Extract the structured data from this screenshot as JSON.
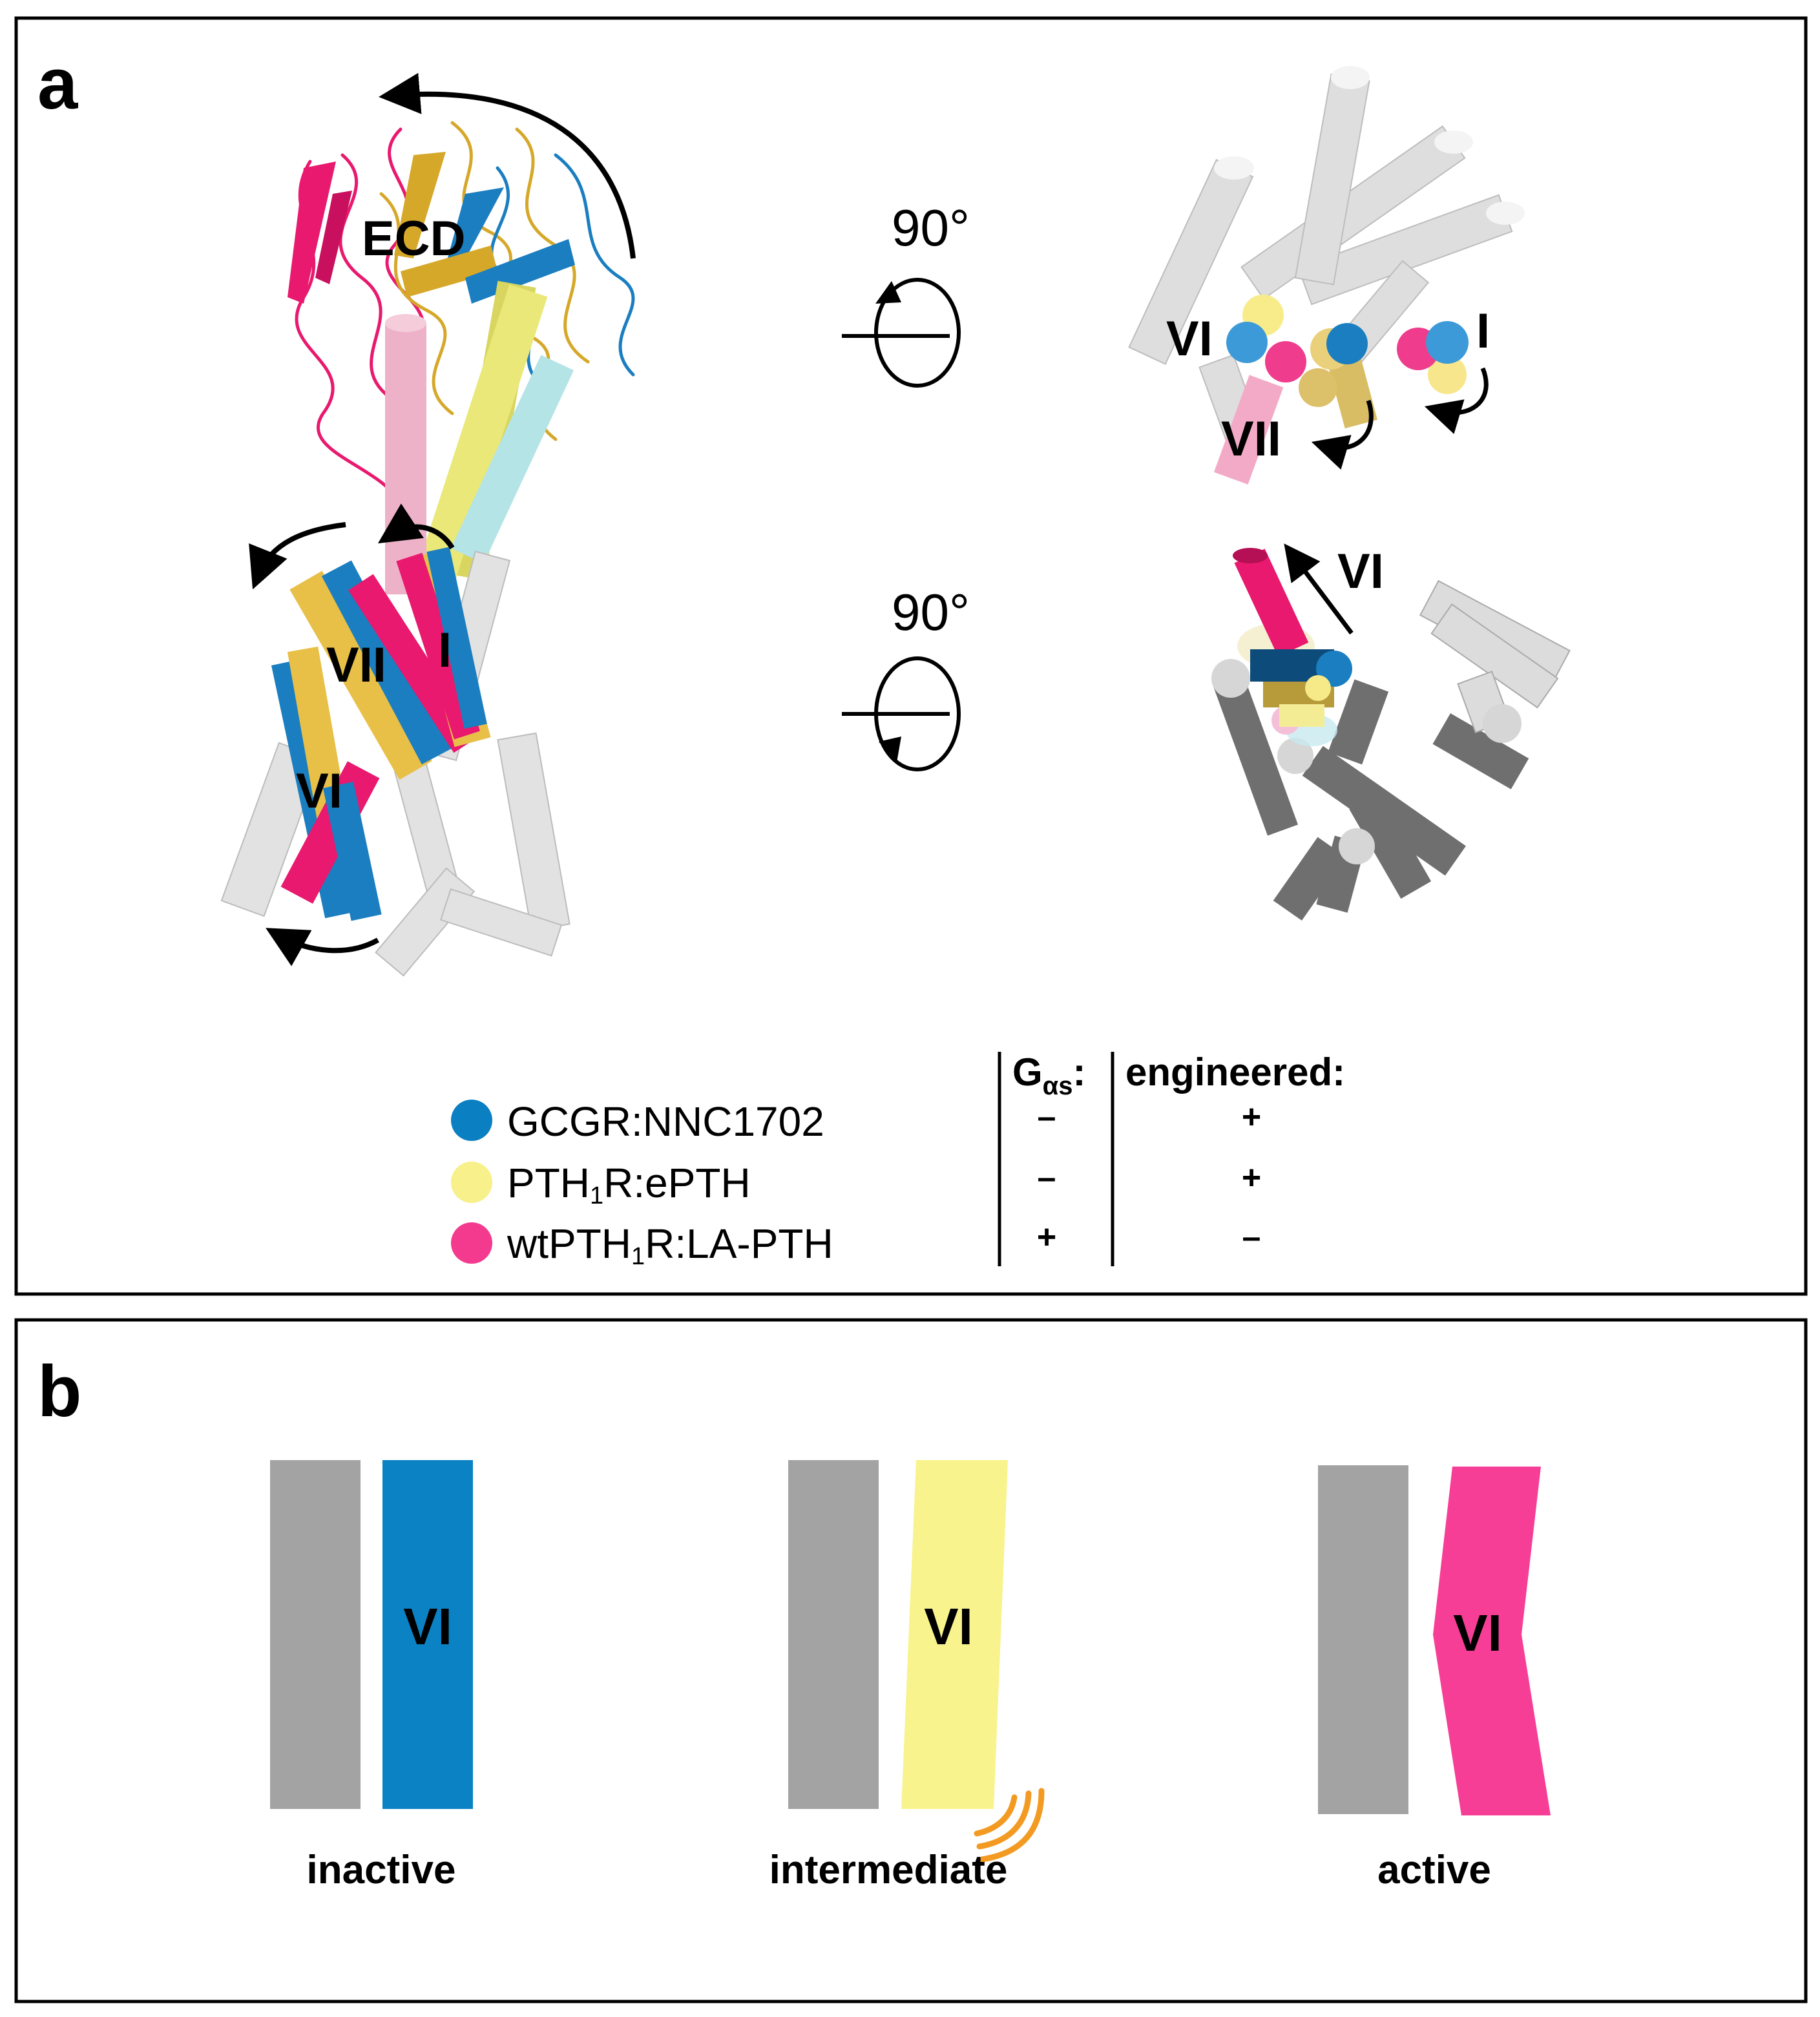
{
  "panel_a": {
    "letter": "a",
    "rotation_label": "90°",
    "labels": {
      "ecd": "ECD",
      "tm_vii": "VII",
      "tm_i": "I",
      "tm_vi": "VI"
    },
    "legend": {
      "col_gas_base": "G",
      "col_gas_sub": "αs",
      "col_gas_colon": ":",
      "col_engineered": "engineered:",
      "rows": [
        {
          "name_main": "GCGR:NNC1702",
          "name_sub": "",
          "name_rest": "",
          "color": "#0a7fc2",
          "gas": "–",
          "engineered": "+"
        },
        {
          "name_main": "PTH",
          "name_sub": "1",
          "name_rest": "R:ePTH",
          "color": "#f8f08a",
          "gas": "–",
          "engineered": "+"
        },
        {
          "name_main": "wtPTH",
          "name_sub": "1",
          "name_rest": "R:LA-PTH",
          "color": "#f43a8e",
          "gas": "+",
          "engineered": "–"
        }
      ]
    }
  },
  "panel_b": {
    "letter": "b",
    "helix_label": "VI",
    "states": [
      {
        "name": "inactive",
        "color": "#0a82c4"
      },
      {
        "name": "intermediate",
        "color": "#f8f38c"
      },
      {
        "name": "active",
        "color": "#f73e96"
      }
    ],
    "reference_helix_color": "#a2a3a2",
    "motion_arc_color": "#f39a22"
  }
}
